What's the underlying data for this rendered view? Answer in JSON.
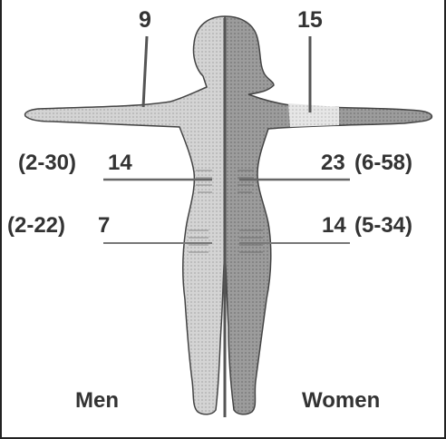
{
  "labels": {
    "men_top": "9",
    "women_top": "15",
    "men_mid_range": "(2-30)",
    "men_mid_value": "14",
    "women_mid_value": "23",
    "women_mid_range": "(6-58)",
    "men_low_range": "(2-22)",
    "men_low_value": "7",
    "women_low_value": "14",
    "women_low_range": "(5-34)",
    "men": "Men",
    "women": "Women"
  },
  "colors": {
    "men_fill": "#d2d2d2",
    "women_fill": "#9a9a9a",
    "women_arm_patch": "#e3e3e3",
    "outline": "#333333",
    "leader_line": "#666666",
    "spine": "#555555",
    "text": "#333333"
  }
}
